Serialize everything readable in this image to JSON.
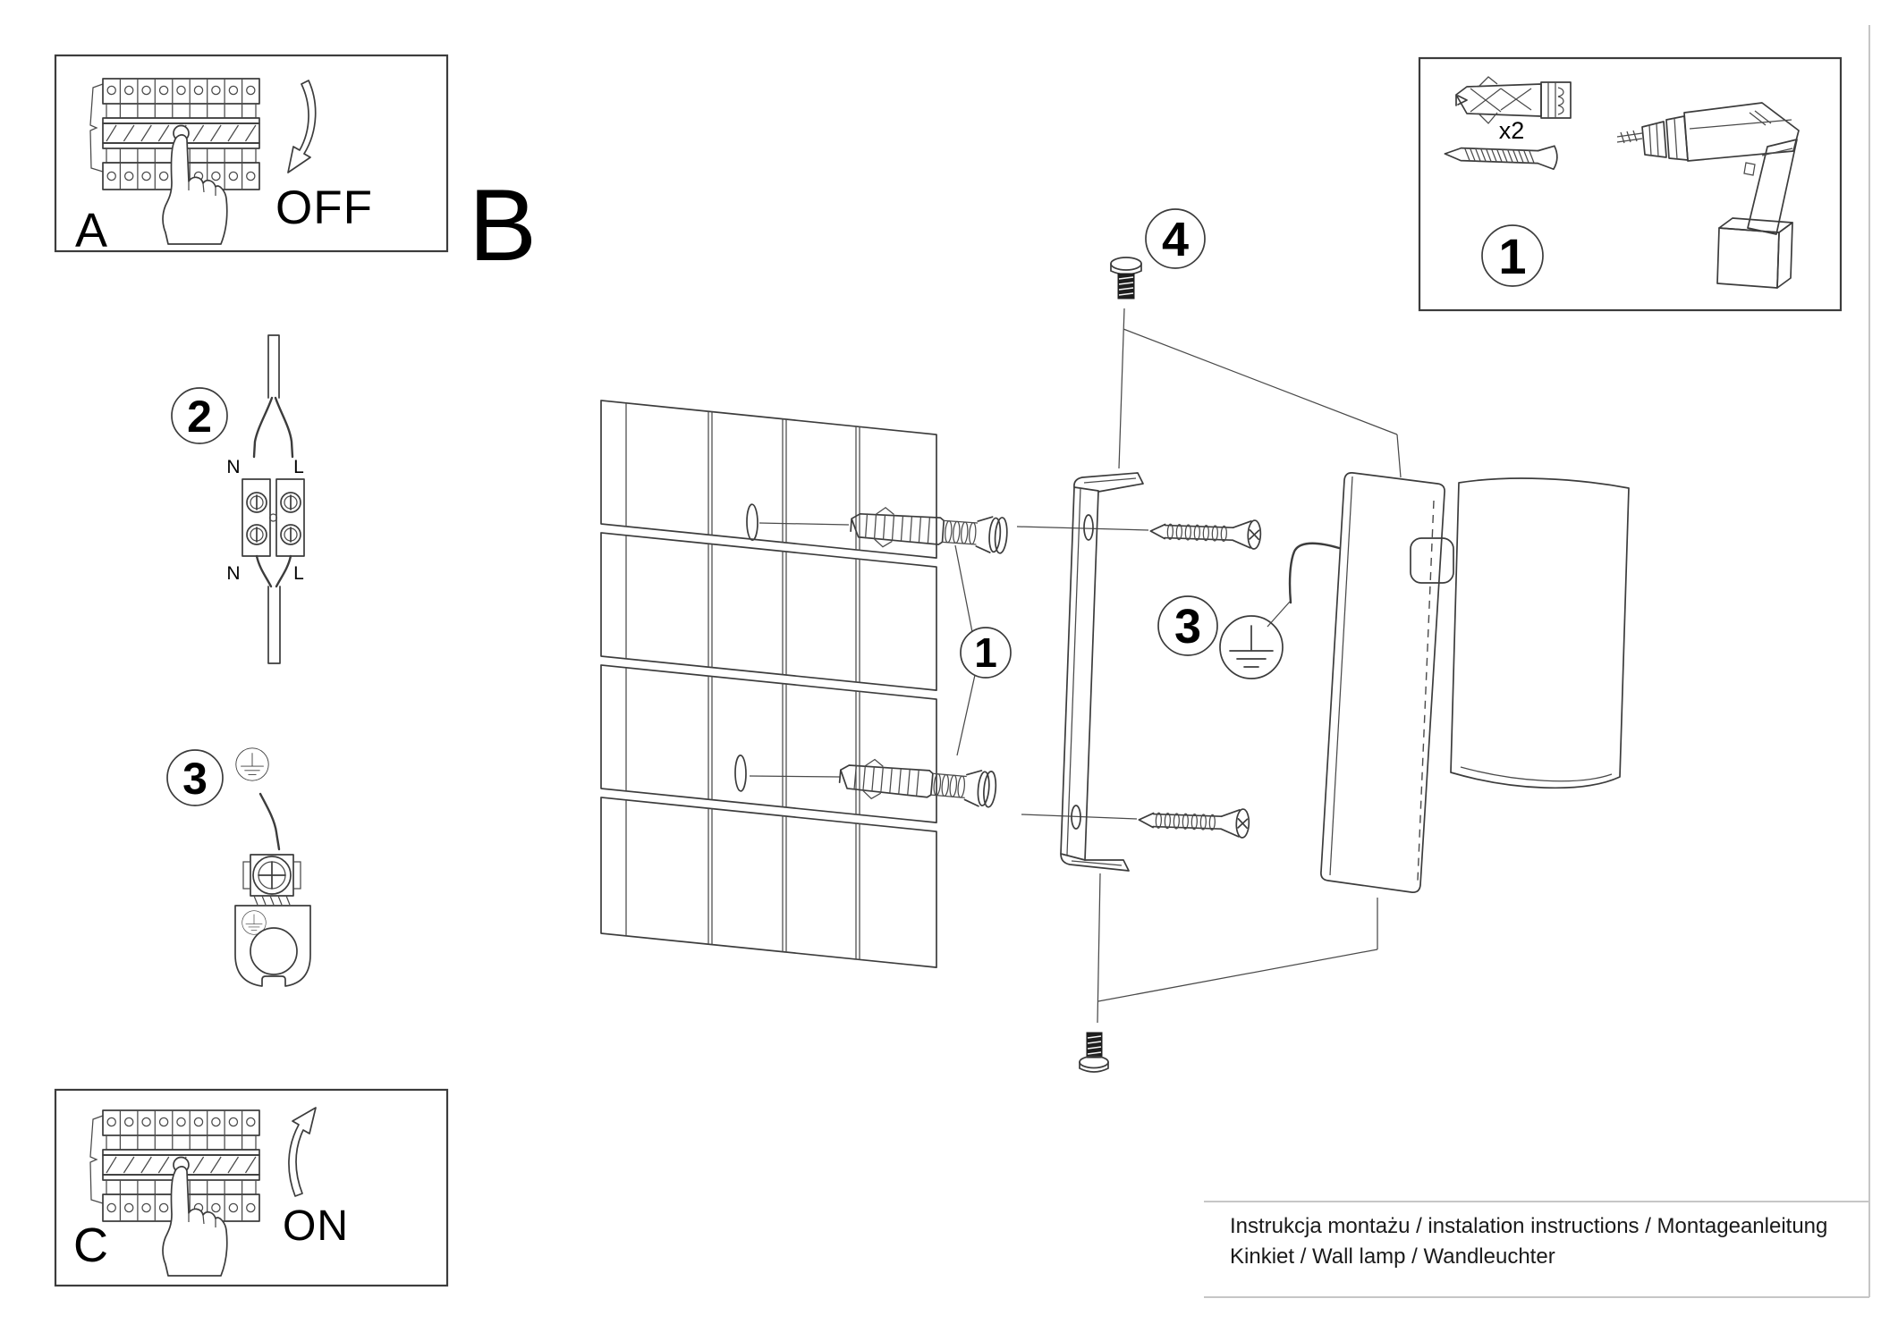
{
  "document_type": "installation instruction sheet",
  "labels": {
    "step_a": "A",
    "step_b": "B",
    "step_c": "C",
    "switch_off": "OFF",
    "switch_on": "ON",
    "neutral": "N",
    "live": "L",
    "anchor_qty": "x2",
    "callout_1": "1",
    "callout_2": "2",
    "callout_3": "3",
    "callout_4": "4"
  },
  "footer": {
    "line1": "Instrukcja montażu / instalation instructions / Montageanleitung",
    "line2": "Kinkiet / Wall lamp / Wandleuchter"
  },
  "colors": {
    "line": "#3c3c3c",
    "text": "#000000",
    "dark_fill": "#1d1d1d",
    "page_edge": "#c6c6c6",
    "background": "#ffffff"
  }
}
